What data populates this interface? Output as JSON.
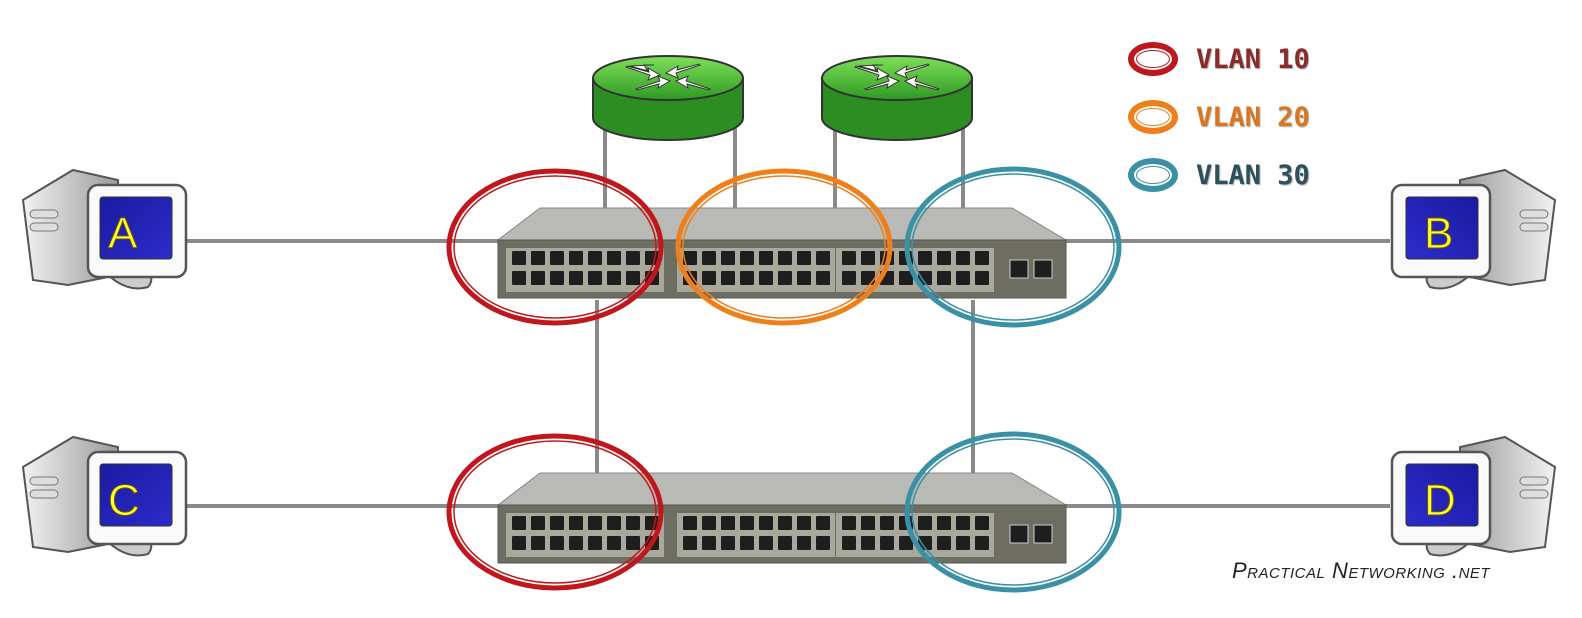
{
  "legend": [
    {
      "label": "VLAN 10",
      "color": "#c0171c",
      "text_color": "#8a2a2a"
    },
    {
      "label": "VLAN 20",
      "color": "#ef7f1a",
      "text_color": "#d9761e"
    },
    {
      "label": "VLAN 30",
      "color": "#3a91a6",
      "text_color": "#2d4f5e"
    }
  ],
  "hosts": {
    "a": "A",
    "b": "B",
    "c": "C",
    "d": "D"
  },
  "watermark": "Practical Networking .net"
}
